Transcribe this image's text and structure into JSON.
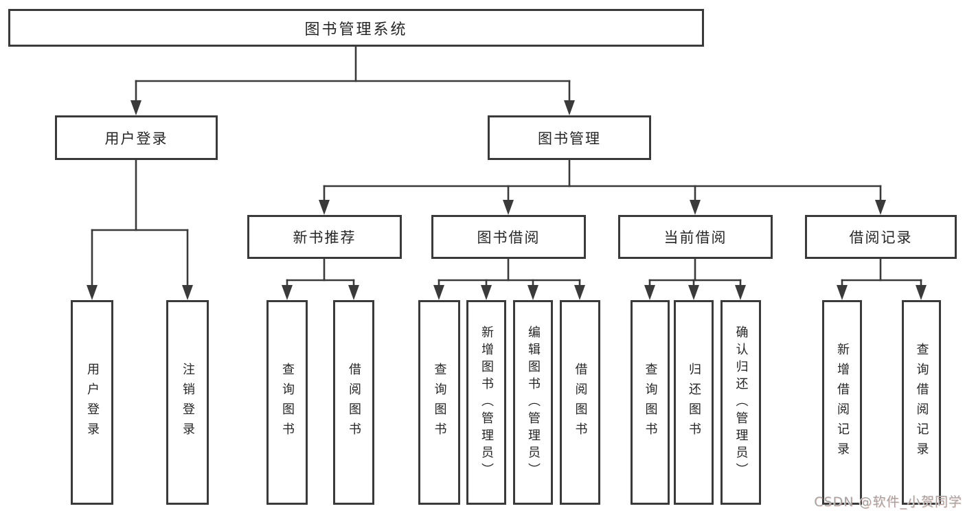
{
  "tree": {
    "label": "图书管理系统",
    "children": [
      {
        "label": "用户登录",
        "children": [
          {
            "label": "用户登录"
          },
          {
            "label": "注销登录"
          }
        ]
      },
      {
        "label": "图书管理",
        "children": [
          {
            "label": "新书推荐",
            "children": [
              {
                "label": "查询图书"
              },
              {
                "label": "借阅图书"
              }
            ]
          },
          {
            "label": "图书借阅",
            "children": [
              {
                "label": "查询图书"
              },
              {
                "label": "新增图书（管理员）"
              },
              {
                "label": "编辑图书（管理员）"
              },
              {
                "label": "借阅图书"
              }
            ]
          },
          {
            "label": "当前借阅",
            "children": [
              {
                "label": "查询图书"
              },
              {
                "label": "归还图书"
              },
              {
                "label": "确认归还（管理员）"
              }
            ]
          },
          {
            "label": "借阅记录",
            "children": [
              {
                "label": "新增借阅记录"
              },
              {
                "label": "查询借阅记录"
              }
            ]
          }
        ]
      }
    ]
  },
  "watermark": "CSDN @软件_小贺同学",
  "colors": {
    "background": "#ffffff",
    "line": "#3a3a3a",
    "box_border": "#3a3a3a",
    "text": "#262626",
    "watermark": "#a3a3a3"
  }
}
